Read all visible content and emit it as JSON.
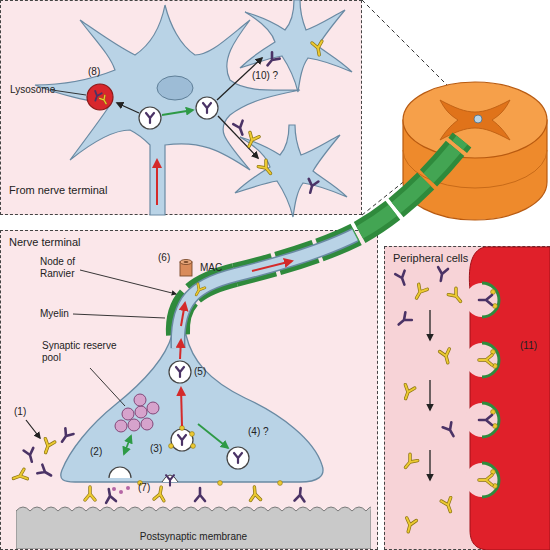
{
  "diagram": {
    "nodes": [
      {
        "text": [
          "From nerve terminal"
        ]
      },
      {
        "text": [
          "Nerve terminal"
        ]
      },
      {
        "text": [
          "Postsynaptic membrane"
        ],
        "in": 1
      },
      {
        "text": [
          "Peripheral cells"
        ]
      }
    ],
    "labels": [
      "Lysosome",
      "(8)",
      "(10) ?",
      "Node of Ranvier",
      "MAC",
      "(6)",
      "Myelin",
      "Synaptic reserve pool",
      "(1)",
      "(2)",
      "(3)",
      "(4) ?",
      "(5)",
      "(7)",
      "(11)"
    ]
  }
}
